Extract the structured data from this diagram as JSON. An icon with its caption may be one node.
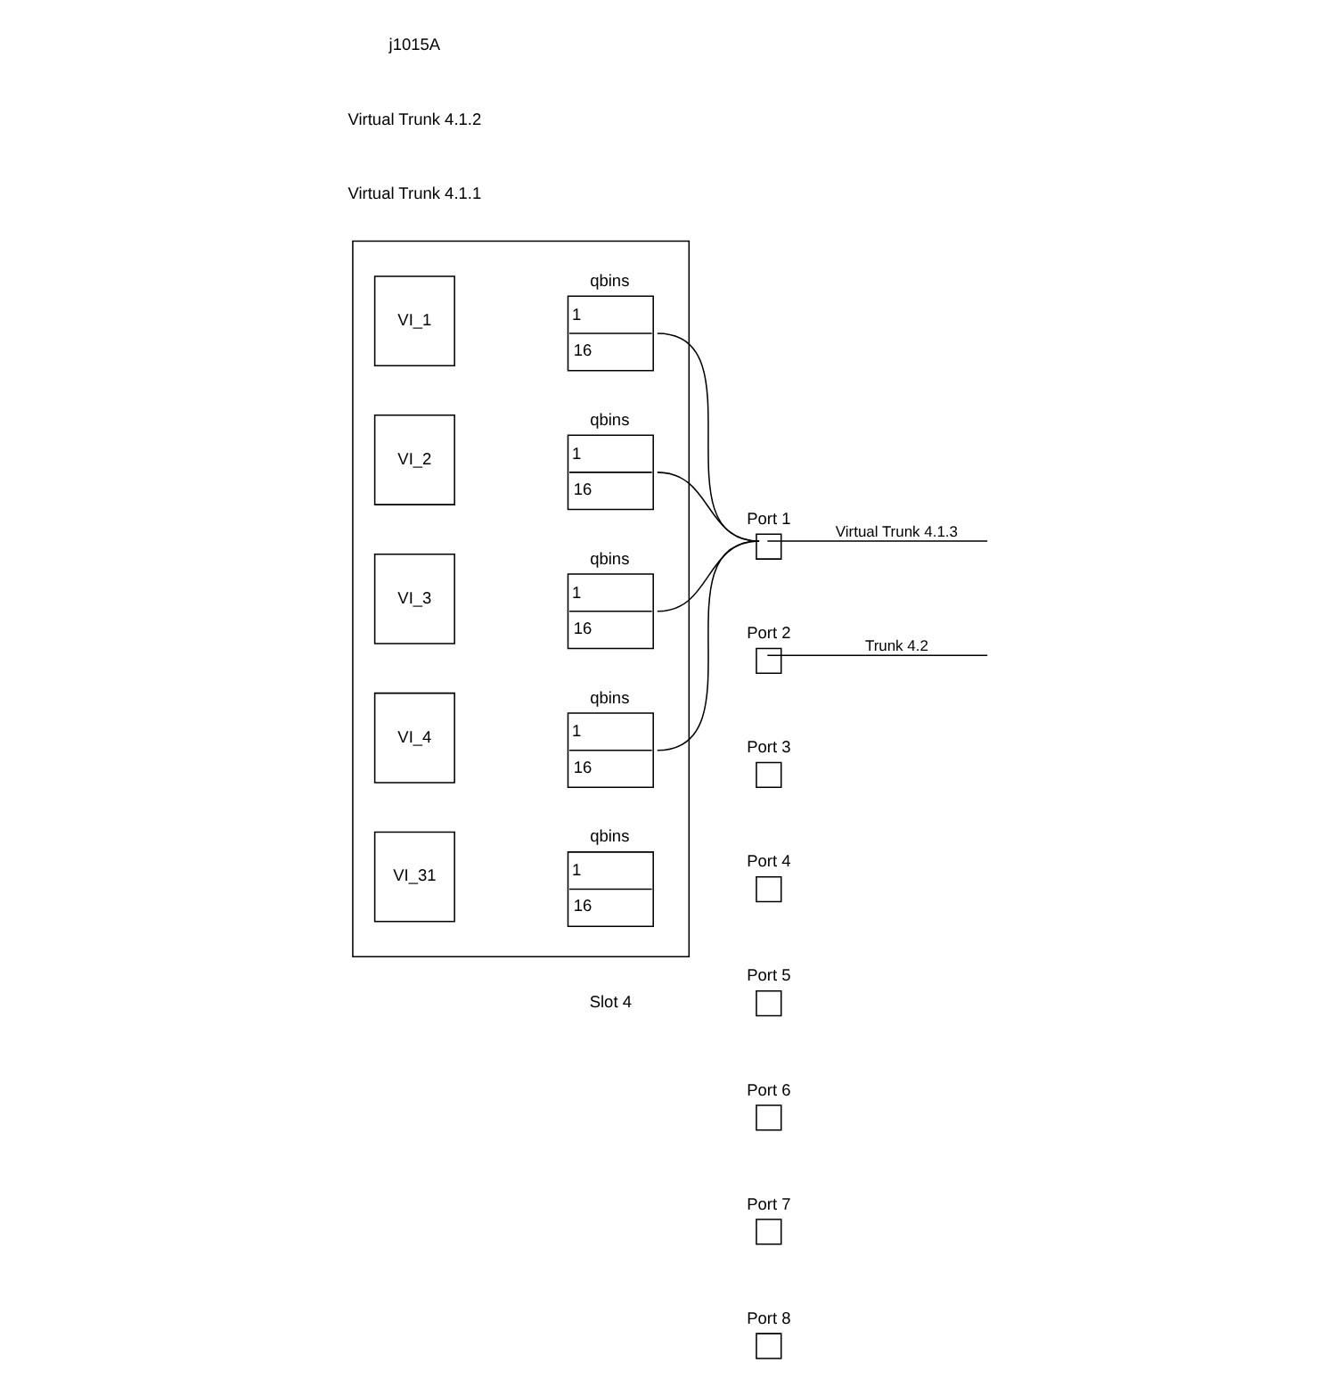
{
  "diagram": {
    "nodes": [
      {
        "text": [],
        "shape": "box",
        "beside": [
          "Slot 4"
        ]
      },
      {
        "text": [
          "VI_1"
        ],
        "in": 0
      },
      {
        "text": [
          "qbins",
          "1",
          "16"
        ],
        "in": 0
      },
      {
        "text": [
          "VI_2"
        ],
        "in": 0
      },
      {
        "text": [
          "qbins",
          "1",
          "16"
        ],
        "in": 0
      },
      {
        "text": [
          "VI_3"
        ],
        "in": 0
      },
      {
        "text": [
          "qbins",
          "1",
          "16"
        ],
        "in": 0
      },
      {
        "text": [
          "VI_4"
        ],
        "in": 0
      },
      {
        "text": [
          "qbins",
          "1",
          "16"
        ],
        "in": 0
      },
      {
        "text": [
          "VI_31"
        ],
        "in": 0
      },
      {
        "text": [
          "qbins",
          "1",
          "16"
        ],
        "in": 0
      },
      {
        "text": [
          "Port 1"
        ]
      },
      {
        "text": [
          "Port 2"
        ]
      },
      {
        "text": [
          "Port 3"
        ]
      },
      {
        "text": [
          "Port 4"
        ]
      },
      {
        "text": [
          "Port 5"
        ]
      },
      {
        "text": [
          "Port 6"
        ]
      },
      {
        "text": [
          "Port 7"
        ]
      },
      {
        "text": [
          "Port 8"
        ]
      }
    ],
    "edges": [
      {
        "from": 2,
        "to": 11,
        "arrow": "none"
      },
      {
        "from": 4,
        "to": 11,
        "arrow": "none"
      },
      {
        "from": 6,
        "to": 11,
        "arrow": "none"
      },
      {
        "from": 8,
        "to": 11,
        "arrow": "none"
      },
      {
        "from": 11,
        "to": null,
        "arrow": "none",
        "label": "Virtual Trunk 4.1.3"
      },
      {
        "from": 12,
        "to": null,
        "arrow": "none",
        "label": "Trunk 4.2"
      }
    ],
    "labels": [
      "Virtual Trunk 4.1.1",
      "Virtual Trunk 4.1.2",
      "j1015A"
    ]
  }
}
